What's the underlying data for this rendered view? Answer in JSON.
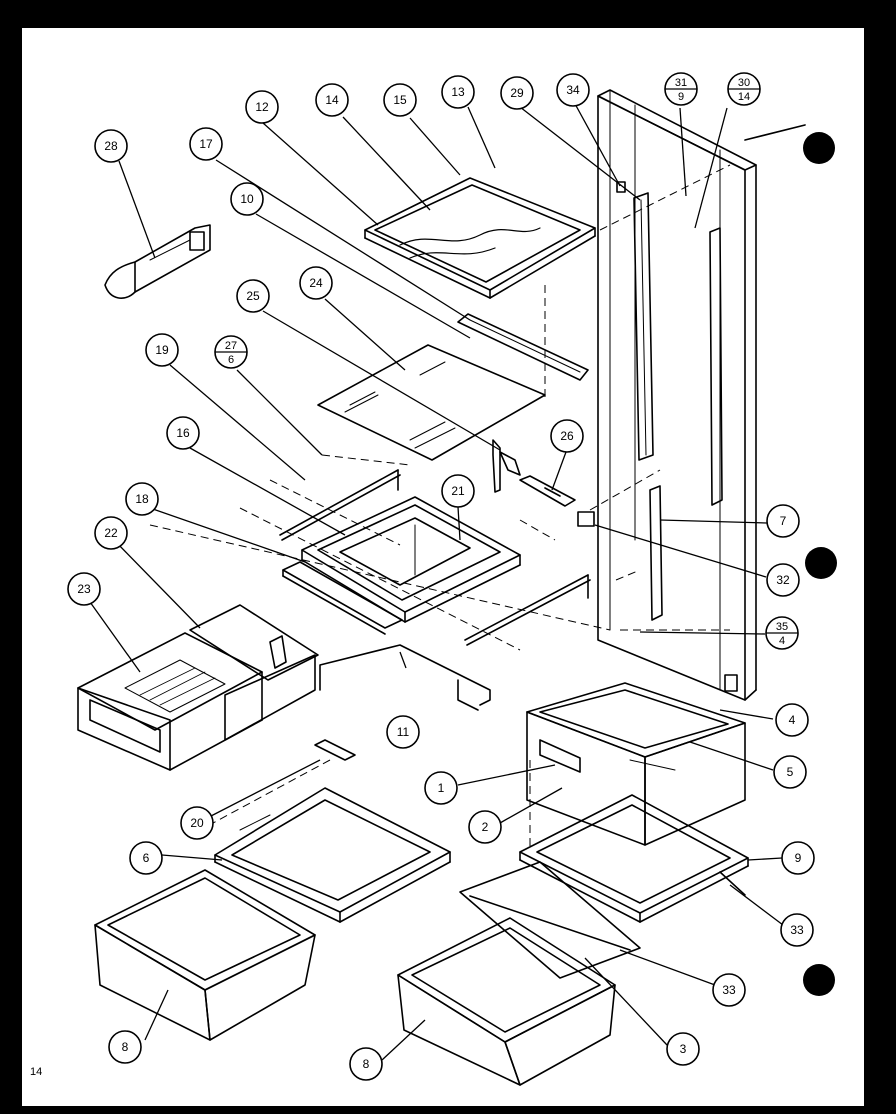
{
  "page_number": "14",
  "callouts": {
    "c1": "1",
    "c2": "2",
    "c3": "3",
    "c4": "4",
    "c5": "5",
    "c6": "6",
    "c7": "7",
    "c8a": "8",
    "c8b": "8",
    "c9": "9",
    "c10": "10",
    "c11": "11",
    "c12": "12",
    "c13": "13",
    "c14": "14",
    "c15": "15",
    "c16": "16",
    "c17": "17",
    "c18": "18",
    "c19": "19",
    "c20": "20",
    "c21": "21",
    "c22": "22",
    "c23": "23",
    "c24": "24",
    "c25": "25",
    "c26": "26",
    "c28": "28",
    "c29": "29",
    "c32": "32",
    "c33a": "33",
    "c33b": "33",
    "c34": "34"
  },
  "fractions": {
    "f27": {
      "top": "27",
      "bottom": "6"
    },
    "f31": {
      "top": "31",
      "bottom": "9"
    },
    "f30": {
      "top": "30",
      "bottom": "14"
    },
    "f35": {
      "top": "35",
      "bottom": "4"
    }
  },
  "colors": {
    "paper": "#ffffff",
    "ink": "#000000",
    "border": "#000000"
  }
}
